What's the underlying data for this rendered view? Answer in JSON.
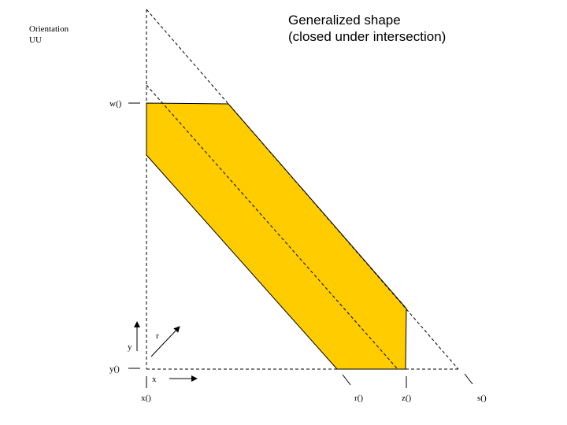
{
  "corner_label": {
    "line1": "Orientation",
    "line2": "UU"
  },
  "title": {
    "line1": "Generalized shape",
    "line2": "(closed under intersection)"
  },
  "axis_labels": {
    "w": "w()",
    "y": "y()",
    "x": "x()",
    "r": "r()",
    "z": "z()",
    "s": "s()"
  },
  "direction_labels": {
    "y": "y",
    "r": "r",
    "x": "x"
  },
  "colors": {
    "shape_fill": "#FFCC00",
    "stroke": "#000000",
    "background": "#FFFFFF"
  }
}
